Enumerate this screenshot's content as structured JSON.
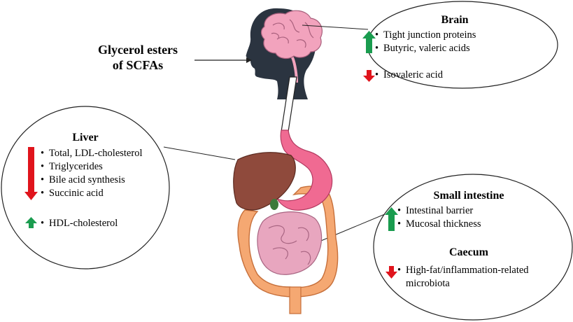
{
  "title_line1": "Glycerol esters",
  "title_line2": "of SCFAs",
  "brain": {
    "heading": "Brain",
    "up": [
      "Tight junction proteins",
      "Butyric, valeric acids"
    ],
    "down": [
      "Isovaleric acid"
    ]
  },
  "liver": {
    "heading": "Liver",
    "down": [
      "Total, LDL-cholesterol",
      "Triglycerides",
      "Bile acid synthesis",
      "Succinic acid"
    ],
    "up": [
      "HDL-cholesterol"
    ]
  },
  "small_intestine": {
    "heading": "Small intestine",
    "up": [
      "Intestinal barrier",
      "Mucosal thickness"
    ]
  },
  "caecum": {
    "heading": "Caecum",
    "down": [
      "High-fat/inflammation-related",
      "microbiota"
    ]
  },
  "colors": {
    "up_arrow": "#1a9c4f",
    "down_arrow": "#e0141c",
    "liver": "#8f4a3c",
    "stomach": "#f06a92",
    "intestine_large": "#f5a872",
    "intestine_small": "#e8a6bf",
    "head": "#2b3440"
  }
}
